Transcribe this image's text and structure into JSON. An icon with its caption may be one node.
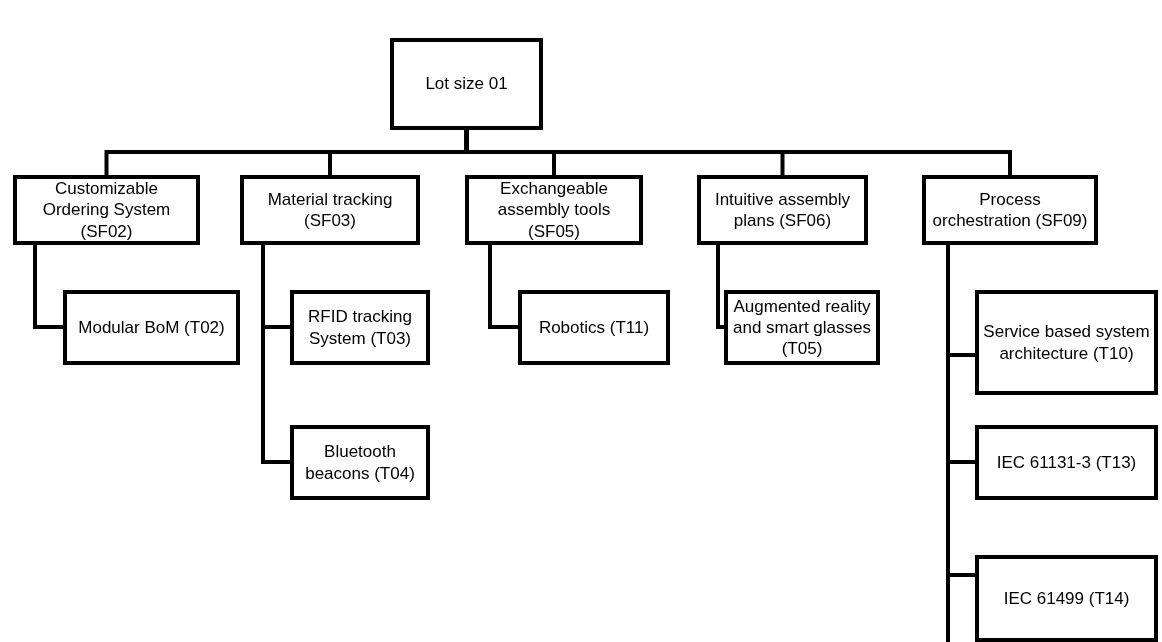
{
  "diagram": {
    "nodes": [
      {
        "text": [
          "Lot size 01"
        ]
      },
      {
        "text": [
          "Customizable Ordering System (SF02)"
        ]
      },
      {
        "text": [
          "Material tracking (SF03)"
        ]
      },
      {
        "text": [
          "Exchangeable assembly tools (SF05)"
        ]
      },
      {
        "text": [
          "Intuitive assembly plans (SF06)"
        ]
      },
      {
        "text": [
          "Process orchestration (SF09)"
        ]
      },
      {
        "text": [
          "Modular BoM (T02)"
        ]
      },
      {
        "text": [
          "RFID tracking System (T03)"
        ]
      },
      {
        "text": [
          "Bluetooth beacons (T04)"
        ]
      },
      {
        "text": [
          "Robotics (T11)"
        ]
      },
      {
        "text": [
          "Augmented reality and smart glasses (T05)"
        ]
      },
      {
        "text": [
          "Service based system architecture (T10)"
        ]
      },
      {
        "text": [
          "IEC 61131-3 (T13)"
        ]
      },
      {
        "text": [
          "IEC 61499 (T14)"
        ]
      }
    ],
    "edges": [
      {
        "from": 0,
        "to": 1,
        "arrow": "none"
      },
      {
        "from": 0,
        "to": 2,
        "arrow": "none"
      },
      {
        "from": 0,
        "to": 3,
        "arrow": "none"
      },
      {
        "from": 0,
        "to": 4,
        "arrow": "none"
      },
      {
        "from": 0,
        "to": 5,
        "arrow": "none"
      },
      {
        "from": 1,
        "to": 6,
        "arrow": "none"
      },
      {
        "from": 2,
        "to": 7,
        "arrow": "none"
      },
      {
        "from": 2,
        "to": 8,
        "arrow": "none"
      },
      {
        "from": 3,
        "to": 9,
        "arrow": "none"
      },
      {
        "from": 4,
        "to": 10,
        "arrow": "none"
      },
      {
        "from": 5,
        "to": 11,
        "arrow": "none"
      },
      {
        "from": 5,
        "to": 12,
        "arrow": "none"
      },
      {
        "from": 5,
        "to": 13,
        "arrow": "none"
      }
    ]
  }
}
